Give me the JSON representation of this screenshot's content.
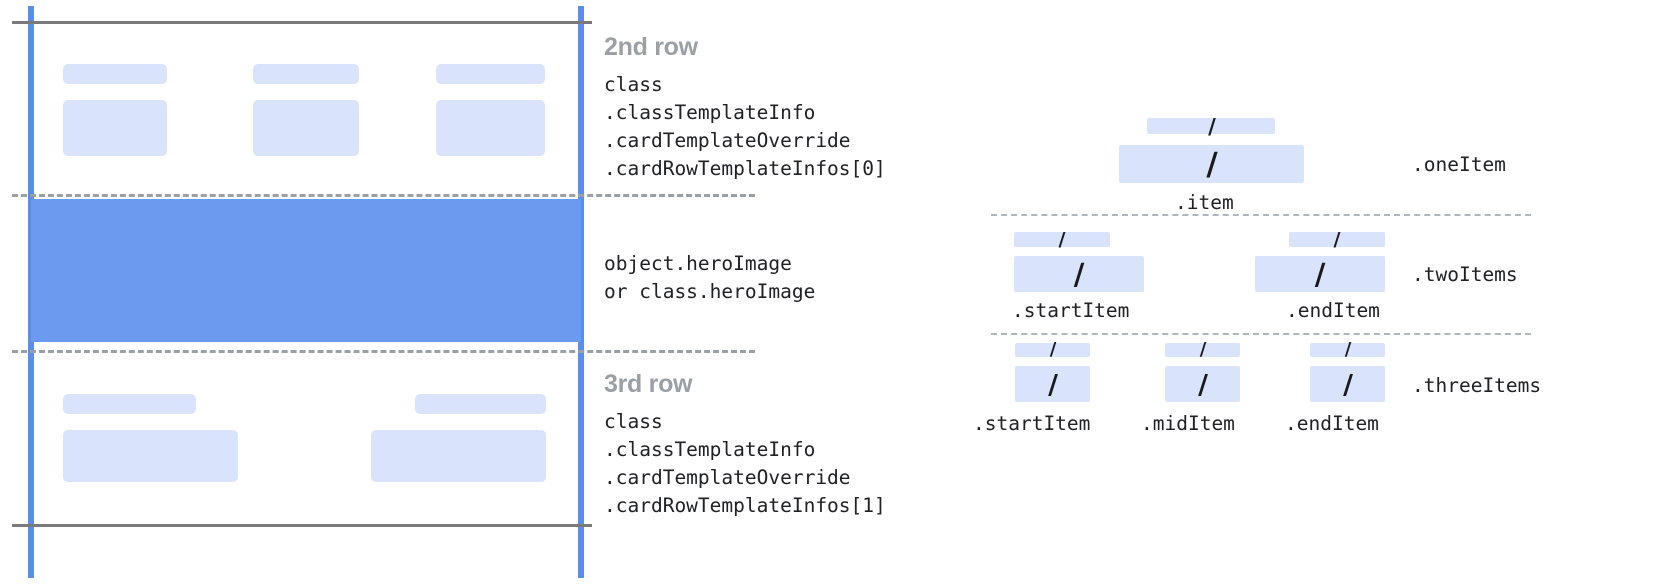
{
  "colors": {
    "guide_blue": "#5b8def",
    "hero_blue": "#6b9aef",
    "chip_blue": "#d9e3fb",
    "rule_gray": "#7a7a7a",
    "dash_gray": "#9aa0a6",
    "title_gray": "#9aa0a6",
    "text_black": "#202124"
  },
  "card_panel": {
    "rows": [
      {
        "title": "2nd row",
        "annotation": "class\n.classTemplateInfo\n.cardTemplateOverride\n.cardRowTemplateInfos[0]",
        "columns": 3
      },
      {
        "title": "",
        "annotation": "object.heroImage\nor class.heroImage",
        "columns": 0
      },
      {
        "title": "3rd row",
        "annotation": "class\n.classTemplateInfo\n.cardTemplateOverride\n.cardRowTemplateInfos[1]",
        "columns": 2
      }
    ]
  },
  "item_panel": {
    "groups": [
      {
        "name": ".oneItem",
        "slots": [
          ".item"
        ]
      },
      {
        "name": ".twoItems",
        "slots": [
          ".startItem",
          ".endItem"
        ]
      },
      {
        "name": ".threeItems",
        "slots": [
          ".startItem",
          ".midItem",
          ".endItem"
        ]
      }
    ],
    "slash_glyph": "/"
  }
}
